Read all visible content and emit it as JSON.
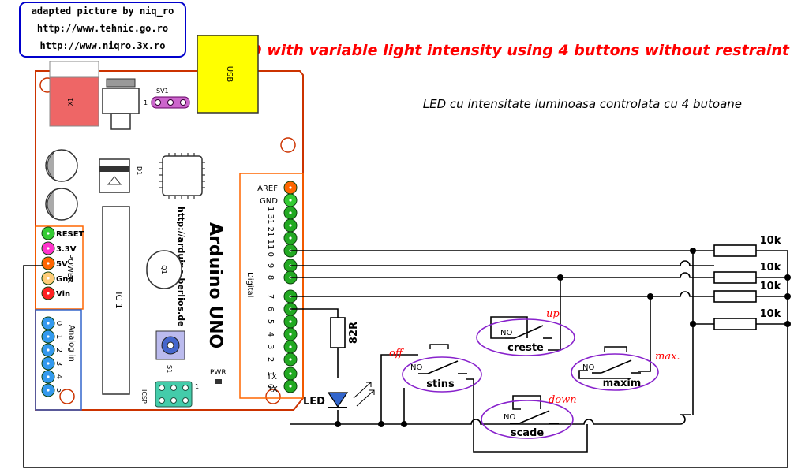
{
  "credit": {
    "line1": "adapted picture by niq_ro",
    "line2": "http://www.tehnic.go.ro",
    "line3": "http://www.niqro.3x.ro"
  },
  "title": "LED with variable light intensity using 4 buttons without restraint",
  "subtitle": "LED cu intensitate luminoasa controlata cu 4 butoane",
  "board": {
    "name": "Arduino UNO",
    "url": "http://arduino.berlios.de",
    "usb": "USB",
    "x1": "X1",
    "sv1": "SV1",
    "sv1_pin": "1",
    "d1": "D1",
    "ic1": "IC 1",
    "q1": "Q1",
    "s1": "S1",
    "pwr": "PWR",
    "icsp": "ICSP",
    "icsp_pin": "1",
    "digital": "Digital",
    "aref": "AREF",
    "gnd": "GND",
    "digital_pins": [
      "13",
      "12",
      "11",
      "10",
      "9",
      "8",
      "7",
      "6",
      "5",
      "4",
      "3",
      "2",
      "1",
      "0"
    ],
    "tx": "TX",
    "rx": "RX",
    "power_title": "POWER",
    "power_pins": [
      "RESET",
      "3.3V",
      "5V",
      "Gnd",
      "Vin"
    ],
    "analog_title": "Analog in",
    "analog_pins": [
      "0",
      "1",
      "2",
      "3",
      "4",
      "5"
    ]
  },
  "components": {
    "resistor_led": "82R",
    "led": "LED",
    "resistors": [
      "10k",
      "10k",
      "10k",
      "10k"
    ]
  },
  "buttons": [
    {
      "name": "creste",
      "no": "NO",
      "tag": "up"
    },
    {
      "name": "stins",
      "no": "NO",
      "tag": "off"
    },
    {
      "name": "maxim",
      "no": "NO",
      "tag": "max."
    },
    {
      "name": "scade",
      "no": "NO",
      "tag": "down"
    }
  ],
  "colors": {
    "title": "#ff0000",
    "usb": "#ffff00",
    "x1": "#ee6666",
    "pin_green": "#22aa22",
    "pin_orange": "#ff6600",
    "button_ellipse": "#8822cc",
    "credit_border": "#0000cc",
    "board_border": "#cc3300"
  }
}
